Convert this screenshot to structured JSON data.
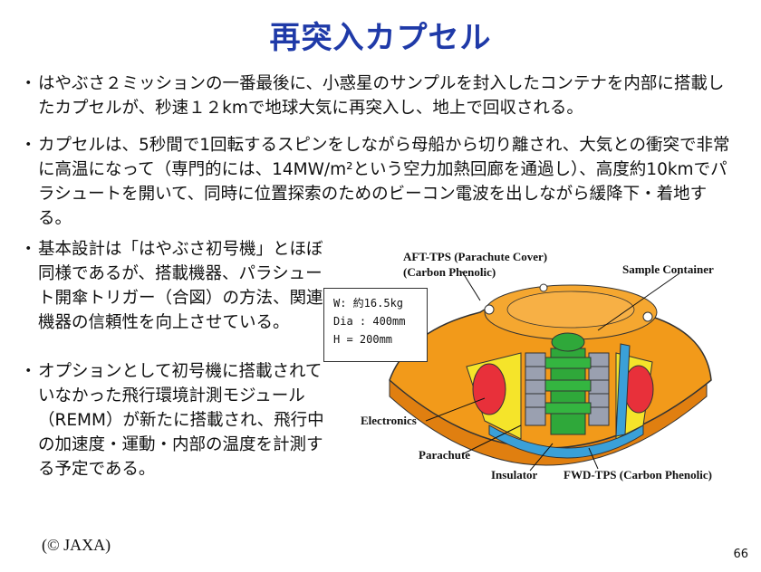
{
  "title": "再突入カプセル",
  "bullets": [
    "はやぶさ２ミッションの一番最後に、小惑星のサンプルを封入したコンテナを内部に搭載したカプセルが、秒速１２kmで地球大気に再突入し、地上で回収される。",
    "カプセルは、5秒間で1回転するスピンをしながら母船から切り離され、大気との衝突で非常に高温になって（専門的には、14MW/m²という空力加熱回廊を通過し）、高度約10kmでパラシュートを開いて、同時に位置探索のためのビーコン電波を出しながら緩降下・着地する。",
    "基本設計は「はやぶさ初号機」とほぼ同様であるが、搭載機器、パラシュート開傘トリガー（合図）の方法、関連機器の信頼性を向上させている。",
    "オプションとして初号機に搭載されていなかった飛行環境計測モジュール（REMM）が新たに搭載され、飛行中の加速度・運動・内部の温度を計測する予定である。"
  ],
  "bullet_marker": "・",
  "spec": {
    "weight": "W: 約16.5kg",
    "diameter": "Dia : 400mm",
    "height": "H = 200mm"
  },
  "labels": {
    "aft_tps_1": "AFT-TPS (Parachute Cover)",
    "aft_tps_2": "(Carbon Phenolic)",
    "sample_container": "Sample Container",
    "electronics": "Electronics",
    "parachute": "Parachute",
    "insulator": "Insulator",
    "fwd_tps": "FWD-TPS (Carbon Phenolic)"
  },
  "copyright": "(© JAXA)",
  "page_number": "66",
  "colors": {
    "title": "#1f3aa8",
    "capsule": "#f29a1a",
    "container": "#2fa83a",
    "electronics": "#e8303a",
    "insulator": "#3aa0d8",
    "interior": "#f5e42a"
  }
}
